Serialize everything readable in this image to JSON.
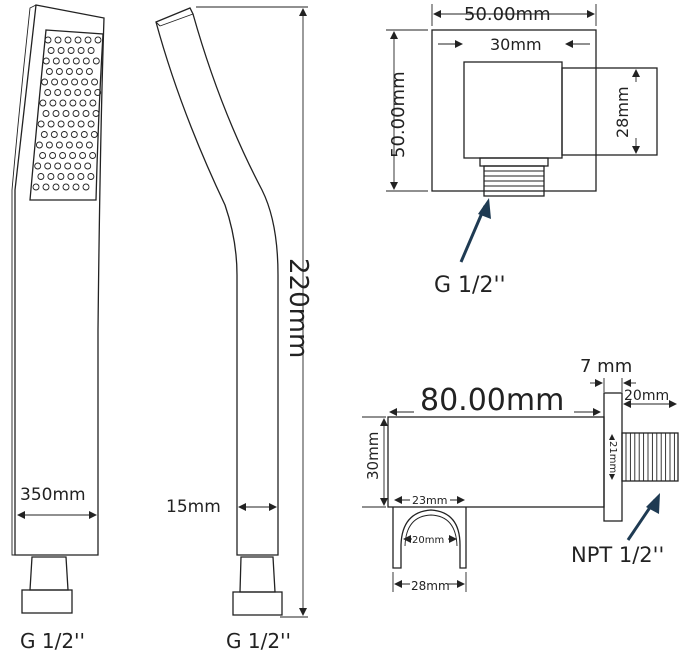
{
  "labels": {
    "handle_width": "350mm",
    "handle_length": "220mm",
    "hose_diameter": "15mm",
    "thread_handle": "G 1/2''",
    "thread_hose": "G 1/2''",
    "plate_width": "50.00mm",
    "plate_height": "50.00mm",
    "block_width": "30mm",
    "block_height": "28mm",
    "thread_outlet": "G 1/2''",
    "holder_length": "80.00mm",
    "holder_height": "30mm",
    "flange_thickness": "7 mm",
    "thread_length": "20mm",
    "thread_diameter": "21mm",
    "cradle_top": "23mm",
    "cradle_inner": "20mm",
    "cradle_bottom": "28mm",
    "thread_npt": "NPT 1/2''"
  },
  "colors": {
    "line": "#222222",
    "arrow": "#1f3b53"
  }
}
